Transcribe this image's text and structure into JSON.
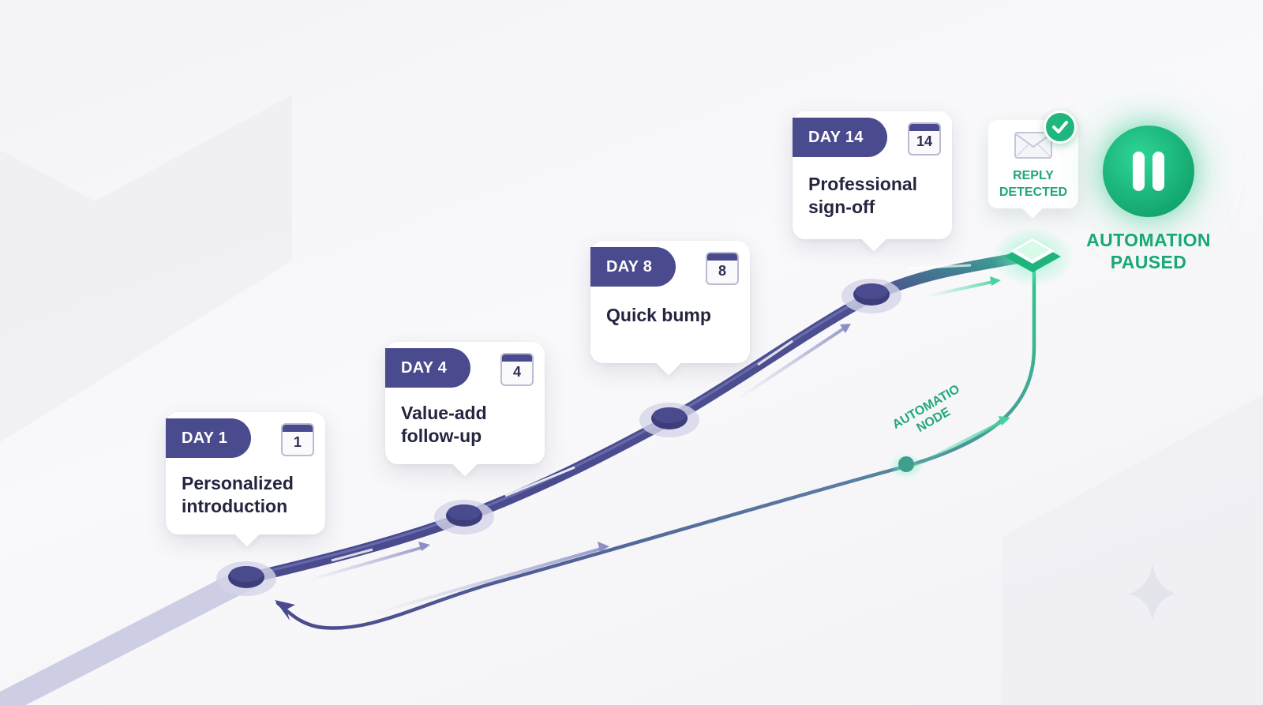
{
  "colors": {
    "primary": "#4a4a8e",
    "accent_green": "#1fb77e",
    "text_dark": "#24253f",
    "background": "#f5f5f8"
  },
  "steps": [
    {
      "day_label": "DAY 1",
      "calendar_number": "1",
      "text": "Personalized introduction"
    },
    {
      "day_label": "DAY 4",
      "calendar_number": "4",
      "text": "Value-add follow-up"
    },
    {
      "day_label": "DAY 8",
      "calendar_number": "8",
      "text": "Quick bump"
    },
    {
      "day_label": "DAY 14",
      "calendar_number": "14",
      "text": "Professional sign-off"
    }
  ],
  "reply": {
    "label": "REPLY DETECTED",
    "icon": "envelope-icon",
    "status_icon": "checkmark-icon"
  },
  "automation": {
    "label": "AUTOMATION PAUSED",
    "icon": "pause-icon"
  },
  "node": {
    "label": "AUTOMATIO NODE"
  }
}
